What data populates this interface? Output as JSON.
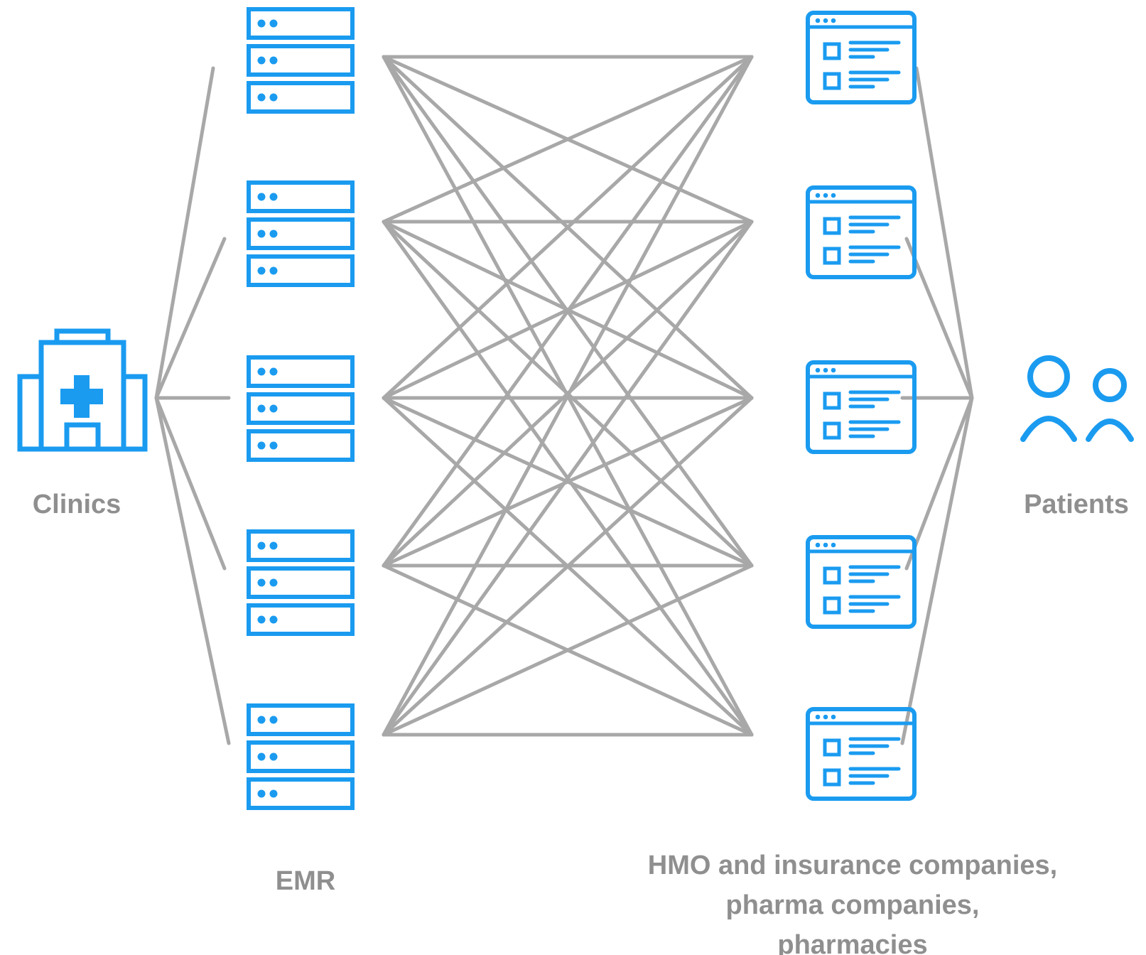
{
  "labels": {
    "clinics": "Clinics",
    "emr": "EMR",
    "patients": "Patients",
    "hmo": {
      "line1": "HMO and insurance companies,",
      "line2": "pharma companies,",
      "line3": "pharmacies"
    }
  },
  "nodes": {
    "clinic_icon": "hospital-icon",
    "emr_icon": "server-rack-icon",
    "emr_count": 5,
    "app_icon": "app-window-icon",
    "app_count": 5,
    "patient_icon": "users-icon"
  },
  "colors": {
    "icon": "#1a9bf0",
    "connector": "#a8a8a8",
    "label": "#8f8f8f"
  }
}
